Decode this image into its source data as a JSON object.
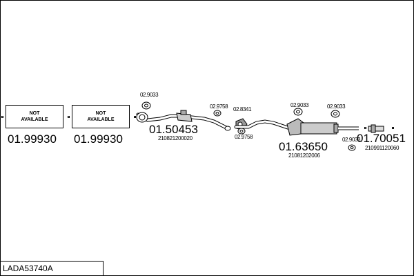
{
  "placeholder_label_line1": "NOT",
  "placeholder_label_line2": "AVAILABLE",
  "parts": {
    "p1": "01.99930",
    "p2": "01.99930",
    "p3": "01.50453",
    "p4": "01.63650",
    "p5": "01.70051"
  },
  "oem_numbers": {
    "n1": "210821200020",
    "n2": "21081202006",
    "n3": "210991120060"
  },
  "fittings": {
    "f1": "02.9033",
    "f2": "02.9758",
    "f3": "02.8341",
    "f4": "02.9758",
    "f5": "02.9033",
    "f6": "02.9033",
    "f7": "02.9033"
  },
  "title": "LADA53740A"
}
